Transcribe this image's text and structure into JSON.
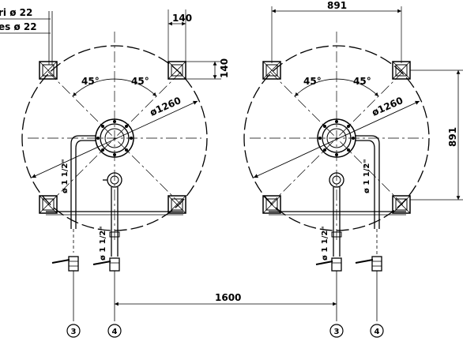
{
  "labels": {
    "left_note_1": "ri ø 22",
    "left_note_2": "es ø 22",
    "dim_140_width": "140",
    "dim_140_height": "140",
    "dim_891_top": "891",
    "dim_891_right": "891",
    "angle_left_a": "45°",
    "angle_left_b": "45°",
    "angle_right_a": "45°",
    "angle_right_b": "45°",
    "dia_left": "ø1260",
    "dia_right": "ø1260",
    "pipe_left_a": "ø 1 1/2\"",
    "pipe_left_b": "ø 1 1/2\"",
    "pipe_right_a": "ø 1 1/2\"",
    "pipe_right_b": "ø 1 1/2\"",
    "dim_1600": "1600",
    "marker_3_left": "3",
    "marker_4_left": "4",
    "marker_3_right": "3",
    "marker_4_right": "4"
  }
}
